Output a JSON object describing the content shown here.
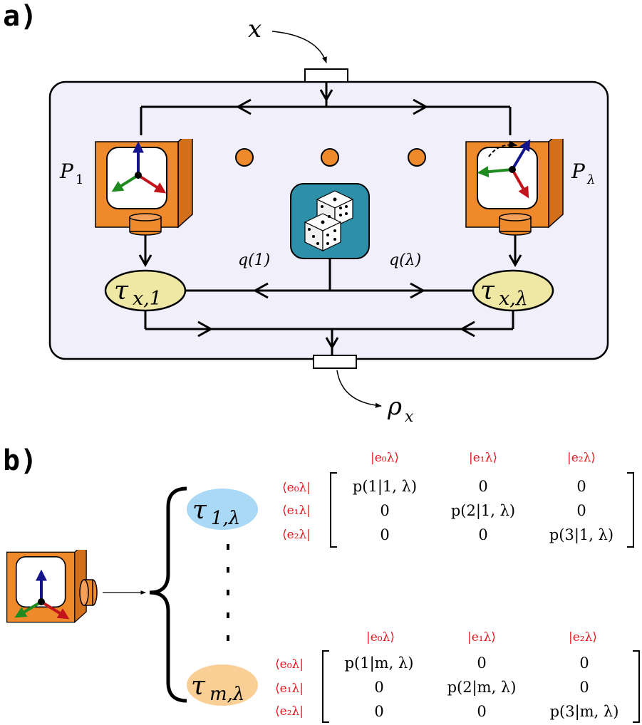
{
  "panel_a": {
    "label": "a)",
    "input_label": "x",
    "output_label": "ρ",
    "output_sub": "x",
    "proc_left_label": "P",
    "proc_left_sub": "1",
    "proc_right_label": "P",
    "proc_right_sub": "λ",
    "tau_left": "τ",
    "tau_left_sub": "x,1",
    "tau_right": "τ",
    "tau_right_sub": "x,λ",
    "q_left": "q(1)",
    "q_right": "q(λ)"
  },
  "panel_b": {
    "label": "b)",
    "tau_top": "τ",
    "tau_top_sub": "1,λ",
    "tau_bottom": "τ",
    "tau_bottom_sub": "m,λ",
    "kets": [
      "|e₀λ⟩",
      "|e₁λ⟩",
      "|e₂λ⟩"
    ],
    "bras": [
      "⟨e₀λ|",
      "⟨e₁λ|",
      "⟨e₂λ|"
    ],
    "matrix_top": [
      [
        "p(1|1, λ)",
        "0",
        "0"
      ],
      [
        "0",
        "p(2|1, λ)",
        "0"
      ],
      [
        "0",
        "0",
        "p(3|1, λ)"
      ]
    ],
    "matrix_bottom": [
      [
        "p(1|m, λ)",
        "0",
        "0"
      ],
      [
        "0",
        "p(2|m, λ)",
        "0"
      ],
      [
        "0",
        "0",
        "p(3|m, λ)"
      ]
    ]
  },
  "colors": {
    "box_fill": "#f1effc",
    "orange": "#ef8a2c",
    "orange_dark": "#c96a14",
    "teal": "#2e8fa9",
    "yellow_ellipse": "#efe8a5",
    "blue_ellipse": "#a9d9f5",
    "orange_ellipse": "#f9cf96",
    "arrow_blue": "#14148c",
    "arrow_green": "#1f8a1f",
    "arrow_red": "#c4141b",
    "red_text": "#e8141b"
  }
}
